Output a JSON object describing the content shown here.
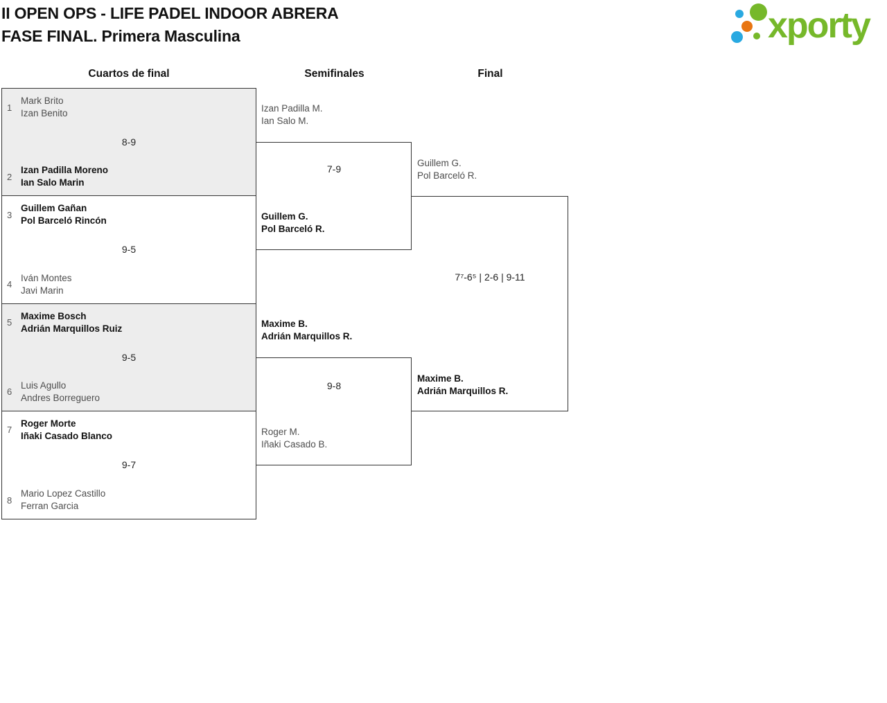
{
  "page": {
    "title_line1": "II OPEN OPS - LIFE PADEL INDOOR ABRERA",
    "title_line2": "FASE FINAL. Primera Masculina"
  },
  "logo": {
    "text": "xporty",
    "colors": {
      "green": "#76b82a",
      "blue": "#29a9e1",
      "orange": "#e87511"
    }
  },
  "rounds": {
    "quarterfinals_label": "Cuartos de final",
    "semifinals_label": "Semifinales",
    "final_label": "Final"
  },
  "colors": {
    "shaded_match_bg": "#ededed",
    "border": "#333333",
    "winner_text": "#111111",
    "loser_text": "#4d4d4d"
  },
  "quarterfinals": [
    {
      "seed_top": "1",
      "team_top_line1": "Mark Brito",
      "team_top_line2": "Izan Benito",
      "top_winner": false,
      "score": "8-9",
      "seed_bottom": "2",
      "team_bottom_line1": "Izan Padilla Moreno",
      "team_bottom_line2": "Ian Salo Marin",
      "bottom_winner": true
    },
    {
      "seed_top": "3",
      "team_top_line1": "Guillem Gañan",
      "team_top_line2": "Pol Barceló Rincón",
      "top_winner": true,
      "score": "9-5",
      "seed_bottom": "4",
      "team_bottom_line1": "Iván Montes",
      "team_bottom_line2": "Javi Marin",
      "bottom_winner": false
    },
    {
      "seed_top": "5",
      "team_top_line1": "Maxime Bosch",
      "team_top_line2": "Adrián Marquillos Ruiz",
      "top_winner": true,
      "score": "9-5",
      "seed_bottom": "6",
      "team_bottom_line1": "Luis Agullo",
      "team_bottom_line2": "Andres Borreguero",
      "bottom_winner": false
    },
    {
      "seed_top": "7",
      "team_top_line1": "Roger Morte",
      "team_top_line2": "Iñaki Casado Blanco",
      "top_winner": true,
      "score": "9-7",
      "seed_bottom": "8",
      "team_bottom_line1": "Mario Lopez Castillo",
      "team_bottom_line2": "Ferran Garcia",
      "bottom_winner": false
    }
  ],
  "semifinals": [
    {
      "team_top_line1": "Izan Padilla M.",
      "team_top_line2": "Ian Salo M.",
      "top_winner": false,
      "score": "7-9",
      "team_bottom_line1": "Guillem G.",
      "team_bottom_line2": "Pol Barceló R.",
      "bottom_winner": true
    },
    {
      "team_top_line1": "Maxime B.",
      "team_top_line2": "Adrián Marquillos R.",
      "top_winner": true,
      "score": "9-8",
      "team_bottom_line1": "Roger M.",
      "team_bottom_line2": "Iñaki Casado B.",
      "bottom_winner": false
    }
  ],
  "final": {
    "team_top_line1": "Guillem G.",
    "team_top_line2": "Pol Barceló R.",
    "top_winner": false,
    "score": "7⁷-6⁵ | 2-6 | 9-11",
    "team_bottom_line1": "Maxime B.",
    "team_bottom_line2": "Adrián Marquillos R.",
    "bottom_winner": true
  }
}
